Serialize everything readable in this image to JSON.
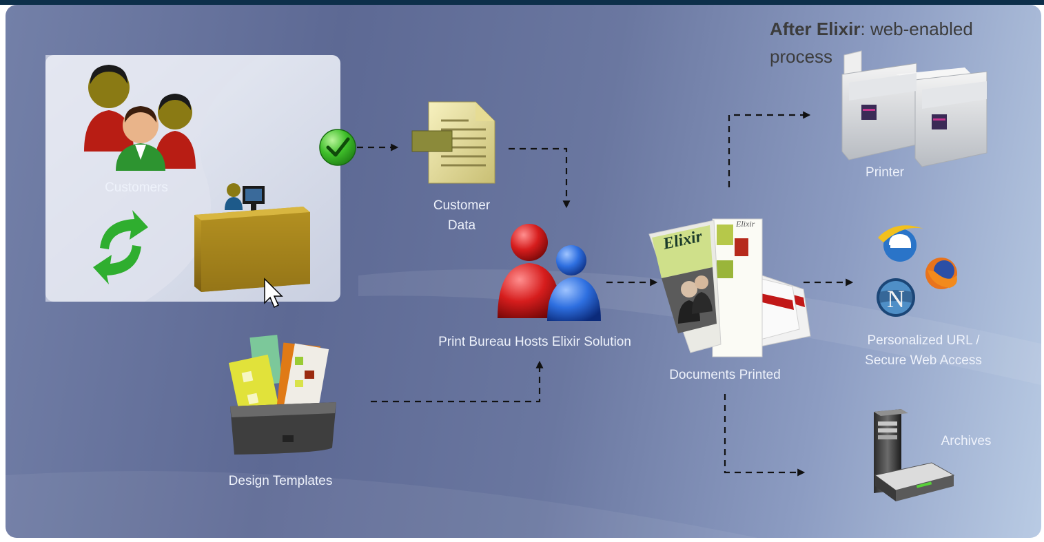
{
  "title": {
    "bold": "After Elixir",
    "rest": ": web-enabled process"
  },
  "nodes": {
    "customers": "Customers",
    "customer_data": [
      "Customer",
      "Data"
    ],
    "print_bureau": "Print Bureau Hosts Elixir Solution",
    "design_templates": "Design Templates",
    "documents_printed": "Documents Printed",
    "printer": "Printer",
    "web_access": [
      "Personalized URL /",
      "Secure Web Access"
    ],
    "archives": "Archives"
  },
  "brochure_text": "Elixir",
  "colors": {
    "background": "#6a77a0",
    "arrow": "#111111",
    "label": "#eef2fb",
    "title": "#3c3c3c"
  }
}
